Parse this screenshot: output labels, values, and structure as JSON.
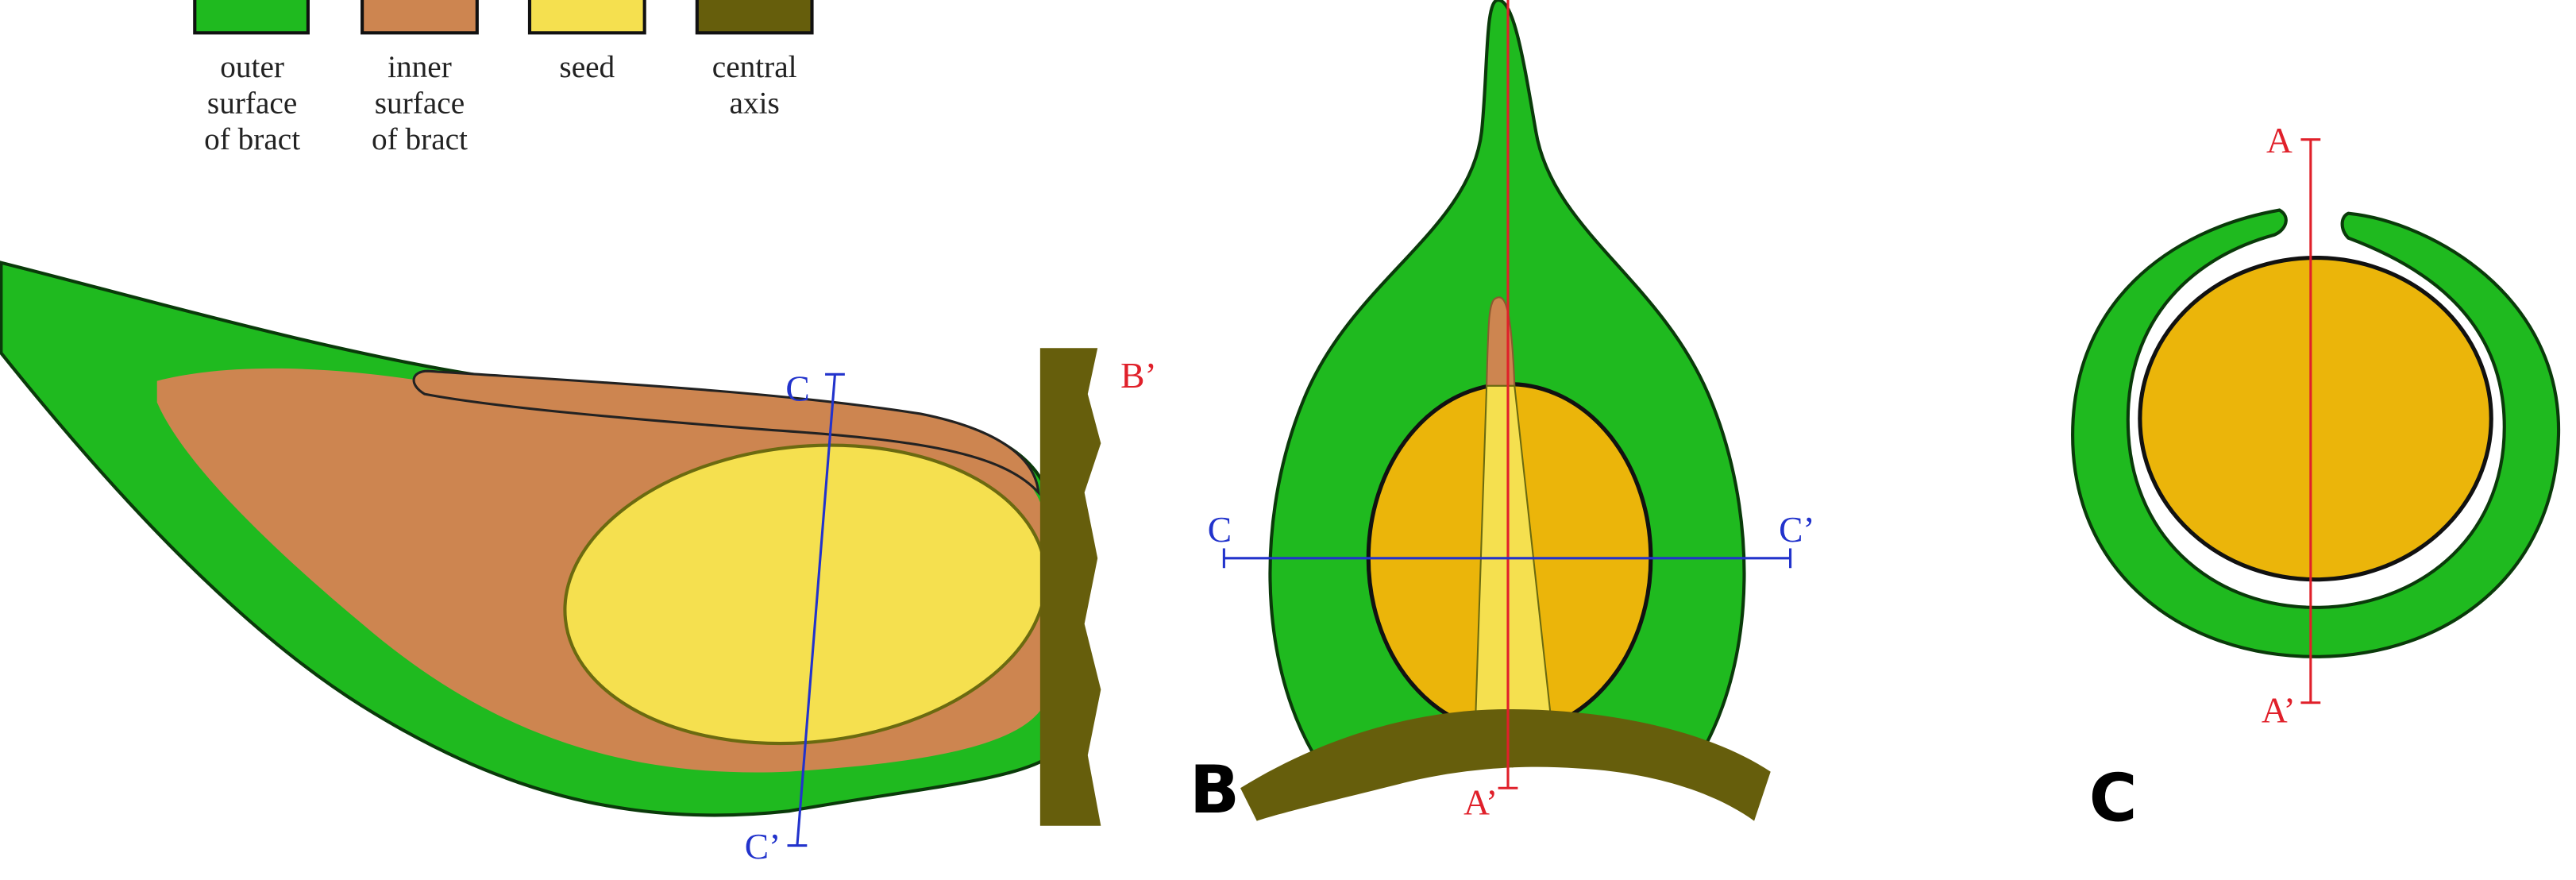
{
  "legend": [
    {
      "color": "#1fba1f",
      "lines": [
        "outer",
        "surface",
        "of bract"
      ]
    },
    {
      "color": "#cd8550",
      "lines": [
        "inner",
        "surface",
        "of bract"
      ]
    },
    {
      "color": "#f5e04f",
      "lines": [
        "seed"
      ]
    },
    {
      "color": "#665e0c",
      "lines": [
        "central",
        "axis"
      ]
    }
  ],
  "colors": {
    "seed_section": "#ebb50a",
    "section_red": "#e0202a",
    "section_blue": "#2233cc"
  },
  "panels": {
    "a": {
      "c": "C",
      "c_prime": "C’",
      "b_prime": "B’"
    },
    "b": {
      "label": "B",
      "c": "C",
      "c_prime": "C’",
      "a_prime": "A’"
    },
    "c": {
      "label": "C",
      "a": "A",
      "a_prime": "A’"
    }
  }
}
